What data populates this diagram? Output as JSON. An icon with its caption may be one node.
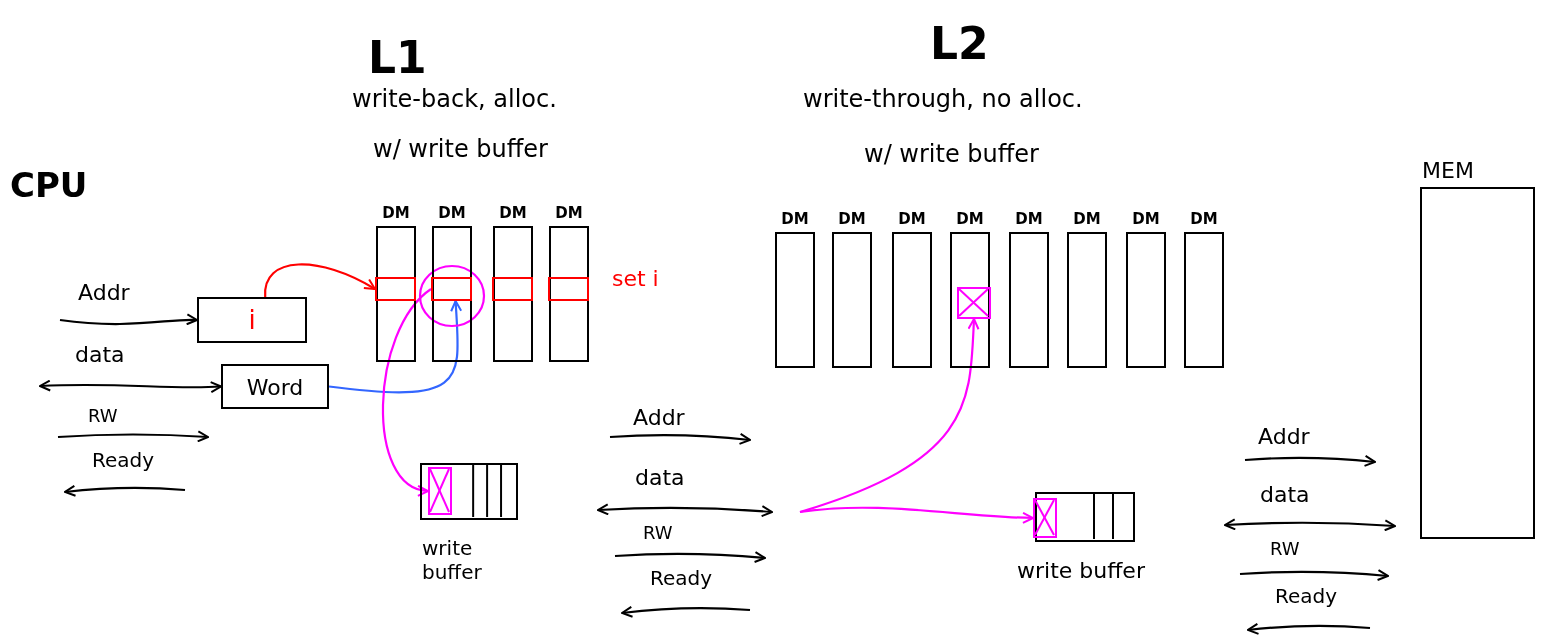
{
  "diagram": {
    "nodes": [
      {
        "text": [
          "i"
        ]
      },
      {
        "text": [
          "Word"
        ]
      },
      {
        "text": [
          "DM"
        ]
      },
      {
        "text": [
          "DM"
        ]
      },
      {
        "text": [
          "DM"
        ]
      },
      {
        "text": [
          "DM"
        ]
      },
      {
        "text": [],
        "shape": "box",
        "in": 2
      },
      {
        "text": [],
        "shape": "box",
        "in": 3
      },
      {
        "text": [],
        "shape": "box",
        "in": 4
      },
      {
        "text": [],
        "shape": "box",
        "in": 5,
        "beside": [
          "set i"
        ]
      },
      {
        "text": [
          "write buffer"
        ]
      },
      {
        "text": [],
        "shape": "box",
        "in": 10
      },
      {
        "text": [
          "DM"
        ]
      },
      {
        "text": [
          "DM"
        ]
      },
      {
        "text": [
          "DM"
        ]
      },
      {
        "text": [
          "DM"
        ]
      },
      {
        "text": [
          "DM"
        ]
      },
      {
        "text": [
          "DM"
        ]
      },
      {
        "text": [
          "DM"
        ]
      },
      {
        "text": [
          "DM"
        ]
      },
      {
        "text": [],
        "shape": "box",
        "in": 15
      },
      {
        "text": [
          "write buffer"
        ]
      },
      {
        "text": [],
        "shape": "box",
        "in": 21
      },
      {
        "text": [
          "MEM"
        ]
      }
    ],
    "edges": [
      {
        "from": null,
        "to": 0,
        "arrow": "to",
        "label": "Addr",
        "color": "#000000"
      },
      {
        "from": null,
        "to": 1,
        "arrow": "both",
        "label": "data",
        "color": "#000000"
      },
      {
        "from": 0,
        "to": 6,
        "arrow": "to",
        "color": "#ff0000"
      },
      {
        "from": 1,
        "to": 7,
        "arrow": "to",
        "color": "#3366ff"
      },
      {
        "from": 7,
        "to": 11,
        "arrow": "to",
        "color": "#ff00ff"
      },
      {
        "from": null,
        "to": 20,
        "arrow": "to",
        "color": "#ff00ff"
      },
      {
        "from": null,
        "to": 22,
        "arrow": "to",
        "color": "#ff00ff"
      }
    ],
    "labels": [
      "L1",
      "L2",
      "write-back, alloc.",
      "write-through, no alloc.",
      "w/ write buffer",
      "w/ write buffer",
      "CPU",
      "RW",
      "Ready",
      "Addr",
      "data",
      "RW",
      "Ready",
      "Addr",
      "data",
      "RW",
      "Ready"
    ]
  }
}
